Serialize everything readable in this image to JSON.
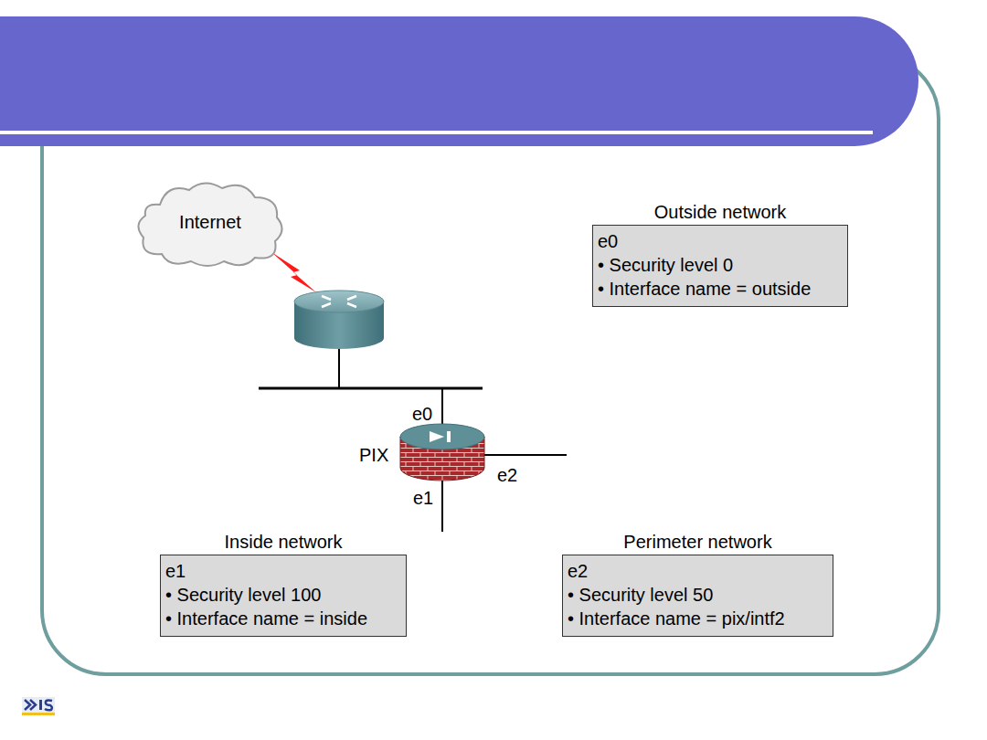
{
  "diagram": {
    "nodes": [
      {
        "text": [
          "Internet"
        ]
      },
      {
        "text": [
          "Outside network",
          "e0",
          "• Security level 0",
          "• Interface name = outside"
        ]
      },
      {
        "text": [
          "Inside network",
          "e1",
          "• Security level 100",
          "• Interface name = inside"
        ]
      },
      {
        "text": [
          "Perimeter network",
          "e2",
          "• Security level 50",
          "• Interface name = pix/intf2"
        ]
      }
    ],
    "labels": [
      "e0",
      "PIX",
      "e2",
      "e1"
    ]
  }
}
